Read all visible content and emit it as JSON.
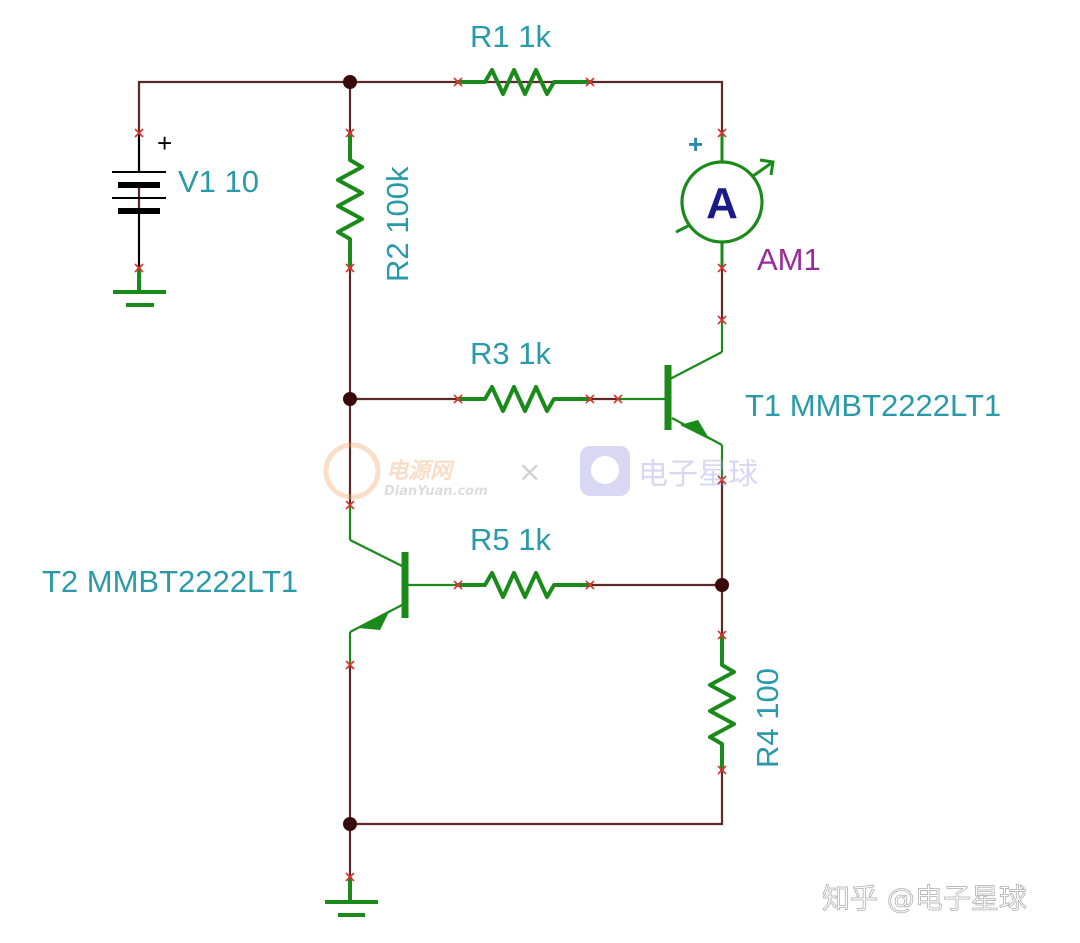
{
  "components": {
    "r1": {
      "label": "R1 1k"
    },
    "r2": {
      "label": "R2 100k"
    },
    "r3": {
      "label": "R3 1k"
    },
    "r4": {
      "label": "R4 100"
    },
    "r5": {
      "label": "R5 1k"
    },
    "v1": {
      "label": "V1 10",
      "polarity": "+"
    },
    "am1": {
      "label": "AM1",
      "symbol": "A",
      "polarity": "+"
    },
    "t1": {
      "label": "T1 MMBT2222LT1"
    },
    "t2": {
      "label": "T2 MMBT2222LT1"
    }
  },
  "watermarks": {
    "dianyuan_cn": "电源网",
    "dianyuan_en": "DianYuan.com",
    "cross": "×",
    "dianziqiu": "电子星球",
    "zhihu": "知乎 @电子星球"
  },
  "colors": {
    "wire": "#5a2a2a",
    "component": "#1a8a1a",
    "label": "#2a9aa8",
    "ammeter_label": "#9a2a9a",
    "pin_marker": "#e03030"
  }
}
